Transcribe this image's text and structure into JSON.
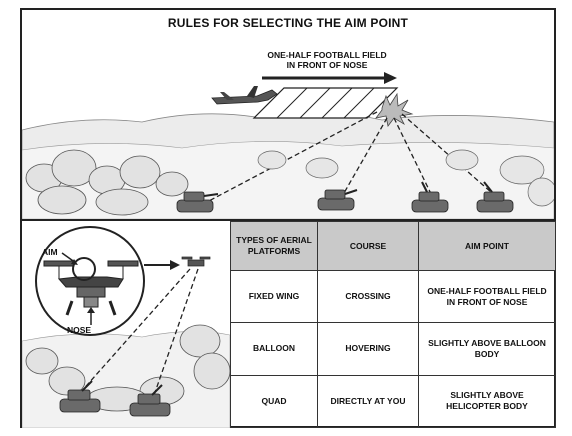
{
  "figure": {
    "title": "RULES FOR SELECTING THE AIM POINT",
    "arrow_label": "ONE-HALF FOOTBALL FIELD IN FRONT OF NOSE"
  },
  "callouts": {
    "aim": "AIM",
    "nose": "NOSE"
  },
  "table": {
    "headers": [
      "TYPES OF AERIAL PLATFORMS",
      "COURSE",
      "AIM POINT"
    ],
    "rows": [
      {
        "platform": "FIXED WING",
        "course": "CROSSING",
        "aim_point": "ONE-HALF FOOTBALL FIELD IN FRONT OF NOSE"
      },
      {
        "platform": "BALLOON",
        "course": "HOVERING",
        "aim_point": "SLIGHTLY ABOVE BALLOON BODY"
      },
      {
        "platform": "QUAD",
        "course": "DIRECTLY AT YOU",
        "aim_point": "SLIGHTLY ABOVE HELICOPTER BODY"
      }
    ]
  },
  "colors": {
    "border": "#222222",
    "header_fill": "#c9c9c9",
    "terrain": "#d8d8d8"
  }
}
